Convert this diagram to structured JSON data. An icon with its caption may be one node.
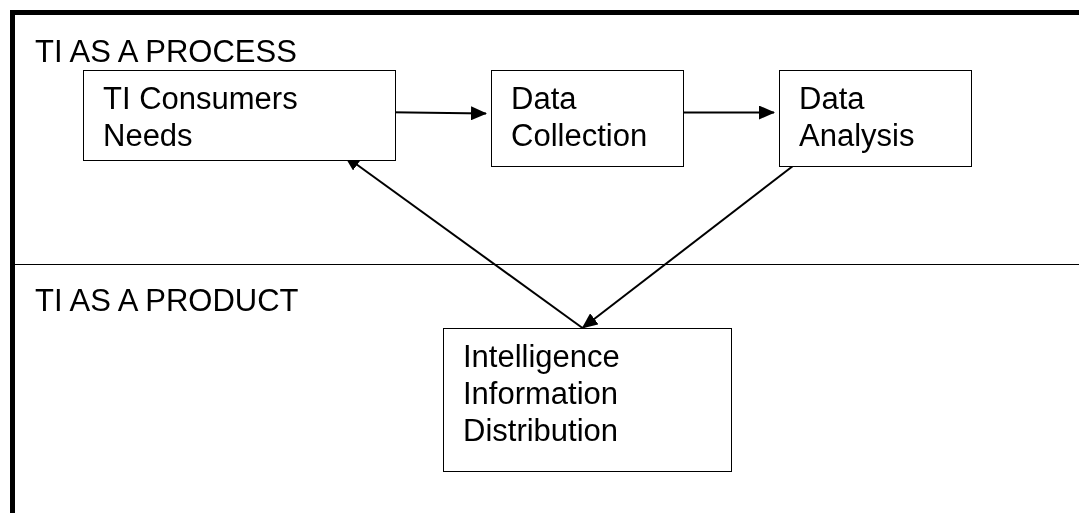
{
  "diagram": {
    "nodes": [
      {
        "text": [
          "TI AS A PROCESS"
        ]
      },
      {
        "text": [
          "TI Consumers Needs"
        ],
        "in": 0
      },
      {
        "text": [
          "Data Collection"
        ],
        "in": 0
      },
      {
        "text": [
          "Data Analysis"
        ],
        "in": 0
      },
      {
        "text": [
          "TI AS A PRODUCT"
        ]
      },
      {
        "text": [
          "Intelligence Information Distribution"
        ],
        "in": 4
      }
    ],
    "edges": [
      {
        "from": 1,
        "to": 2,
        "arrow": "to"
      },
      {
        "from": 2,
        "to": 3,
        "arrow": "to"
      },
      {
        "from": 3,
        "to": 5,
        "arrow": "to"
      },
      {
        "from": 5,
        "to": 1,
        "arrow": "to"
      }
    ]
  }
}
